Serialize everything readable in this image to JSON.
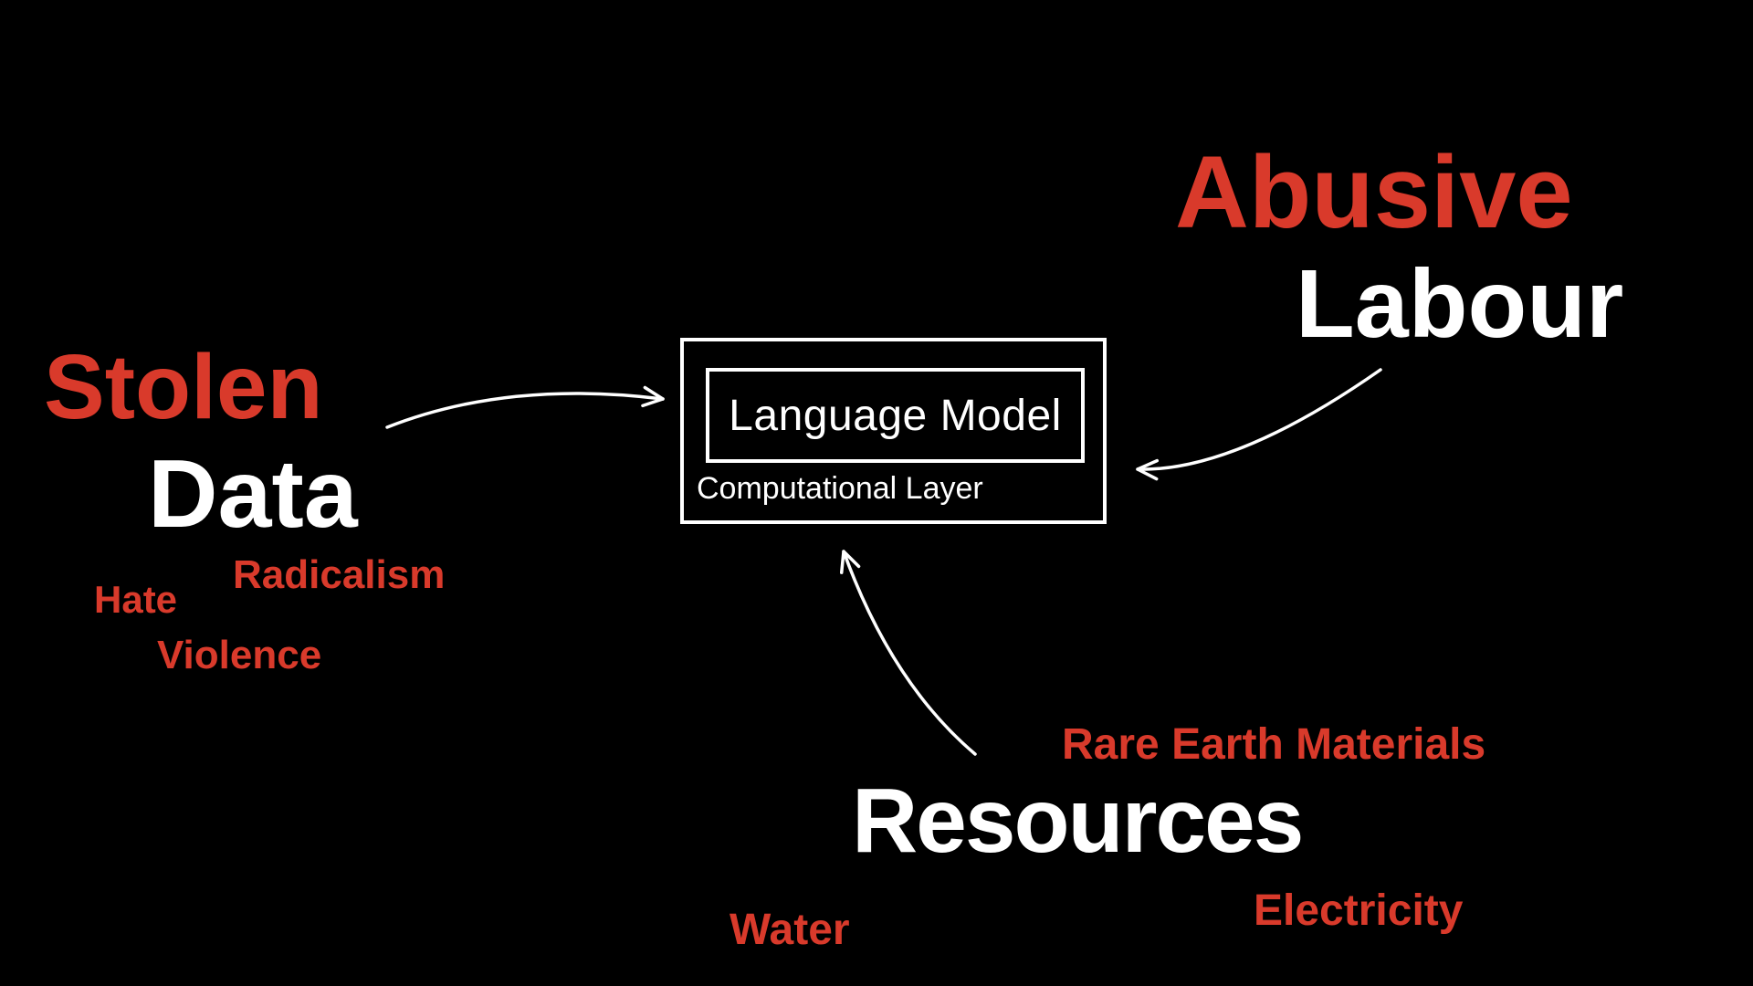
{
  "canvas": {
    "background": "#000000"
  },
  "colors": {
    "accent_red": "#D93A2B",
    "text_white": "#FFFFFF",
    "arrow": "#FFFFFF",
    "box_border": "#FFFFFF"
  },
  "center_box": {
    "title": "Language Model",
    "subtitle": "Computational Layer"
  },
  "labels": {
    "stolen": "Stolen",
    "data": "Data",
    "hate": "Hate",
    "radicalism": "Radicalism",
    "violence": "Violence",
    "abusive": "Abusive",
    "labour": "Labour",
    "rare_earth": "Rare Earth Materials",
    "resources": "Resources",
    "water": "Water",
    "electricity": "Electricity"
  },
  "connections": [
    {
      "from": "Stolen Data",
      "to": "Language Model"
    },
    {
      "from": "Abusive Labour",
      "to": "Language Model"
    },
    {
      "from": "Resources",
      "to": "Language Model"
    }
  ]
}
